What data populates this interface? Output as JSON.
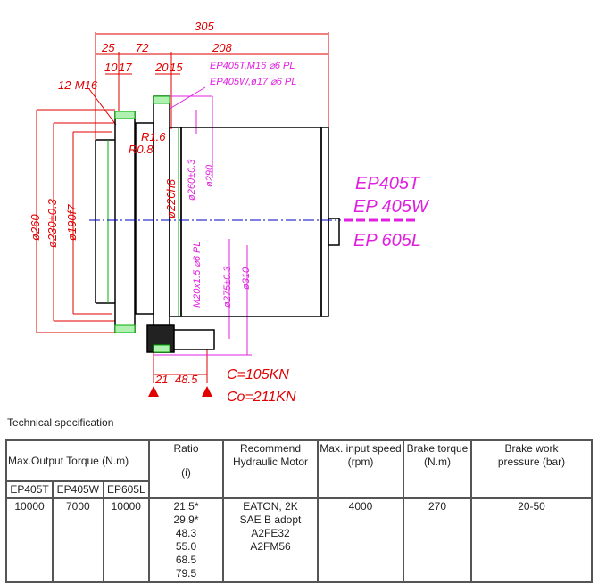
{
  "drawing": {
    "dims": {
      "d305": "305",
      "d25": "25",
      "d72": "72",
      "d208": "208",
      "d10": "10",
      "d17": "17",
      "d20": "20",
      "d15": "15",
      "d21": "21",
      "d48_5": "48.5",
      "m16": "12-M16",
      "r16": "R1.6",
      "r08": "R0.8",
      "phi260": "ø260",
      "phi230": "ø230±0.3",
      "phi190": "ø190f7",
      "phi220": "ø220h8",
      "phi260b": "ø260±0.3",
      "phi290": "ø290",
      "m20": "M20x1.5 ⌀6 PL",
      "phi275": "ø275±0.3",
      "phi310": "ø310"
    },
    "notes": {
      "ep405t_holes": "EP405T,M16 ⌀6 PL",
      "ep405w_holes": "EP405W,ø17 ⌀6 PL"
    },
    "models": [
      "EP405T",
      "EP 405W",
      "EP 605L"
    ],
    "load": {
      "c": "C=105KN",
      "co": "Co=211KN"
    }
  },
  "spec": {
    "title": "Technical specification",
    "headers": {
      "torque": "Max.Output Torque (N.m)",
      "ratio": "Ratio",
      "ratio_unit": "(i)",
      "motor": "Recommend Hydraulic Motor",
      "speed": "Max. input speed (rpm)",
      "brake_torque": "Brake torque (N.m)",
      "brake_pressure": "Brake work pressure (bar)"
    },
    "models": [
      "EP405T",
      "EP405W",
      "EP605L"
    ],
    "row": {
      "t1": "10000",
      "t2": "7000",
      "t3": "10000",
      "ratios": [
        "21.5*",
        "29.9*",
        "48.3",
        "55.0",
        "68.5",
        "79.5"
      ],
      "motors": [
        "EATON, 2K",
        "SAE B adopt",
        "A2FE32",
        "A2FM56"
      ],
      "speed": "4000",
      "brake_torque": "270",
      "brake_pressure": "20-50"
    }
  }
}
